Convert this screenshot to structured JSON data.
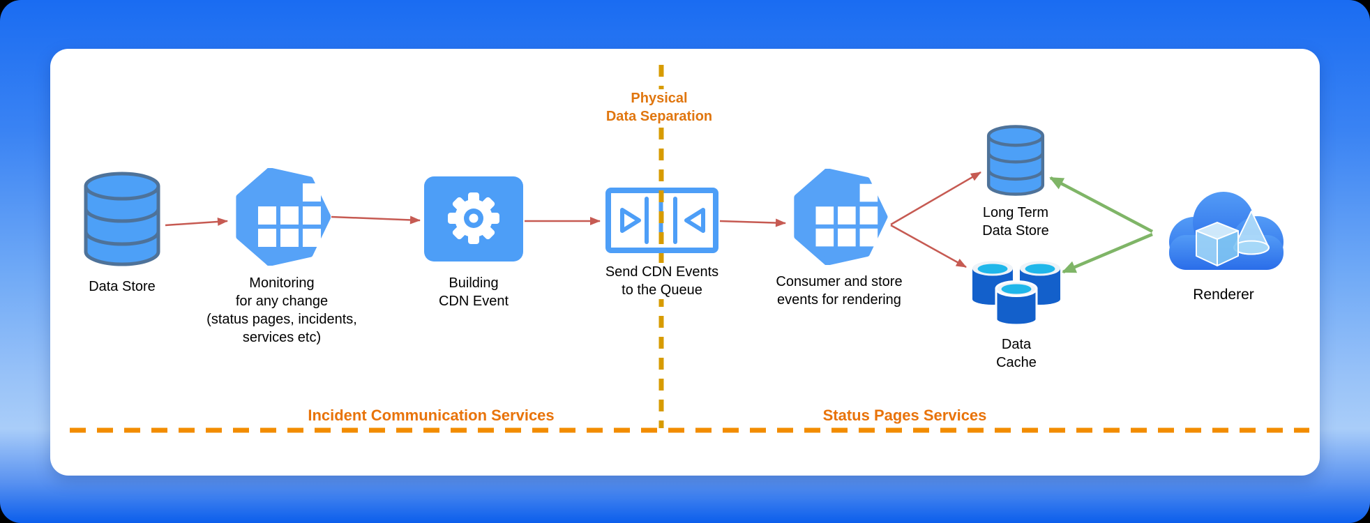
{
  "canvas": {
    "background_top_color": "#1a6cf2",
    "background_light_color": "#a9cdf9",
    "background_bottom_color": "#0b5eec",
    "card_color": "#ffffff"
  },
  "separators": {
    "physical": {
      "line1": "Physical",
      "line2": "Data Separation",
      "text_color": "#e0760f",
      "line_color": "#d79b00",
      "style": "vertical-dashed"
    },
    "bottom": {
      "left_label": "Incident Communication Services",
      "right_label": "Status Pages Services",
      "text_color": "#e8730a",
      "line_color": "#f28c00",
      "style": "horizontal-dashed"
    }
  },
  "nodes": {
    "data_store": {
      "label": "Data Store",
      "icon": "database-cylinder-icon"
    },
    "monitoring": {
      "line1": "Monitoring",
      "line2": "for any change",
      "line3": "(status pages, incidents,",
      "line4": "services etc)",
      "icon": "heptagon-grid-icon"
    },
    "building": {
      "line1": "Building",
      "line2": "CDN Event",
      "icon": "gear-icon"
    },
    "queue": {
      "line1": "Send CDN Events",
      "line2": "to the Queue",
      "icon": "queue-icon"
    },
    "consumer": {
      "line1": "Consumer and store",
      "line2": "events for rendering",
      "icon": "heptagon-grid-icon"
    },
    "long_term": {
      "line1": "Long Term",
      "line2": "Data Store",
      "icon": "database-cylinder-icon"
    },
    "cache": {
      "line1": "Data",
      "line2": "Cache",
      "icon": "cache-cylinders-icon"
    },
    "renderer": {
      "label": "Renderer",
      "icon": "render-cloud-icon"
    }
  },
  "connectors": {
    "event_flow_color": "#c65a52",
    "render_read_color": "#7fb567",
    "node_blue": "#4d9ef7"
  }
}
